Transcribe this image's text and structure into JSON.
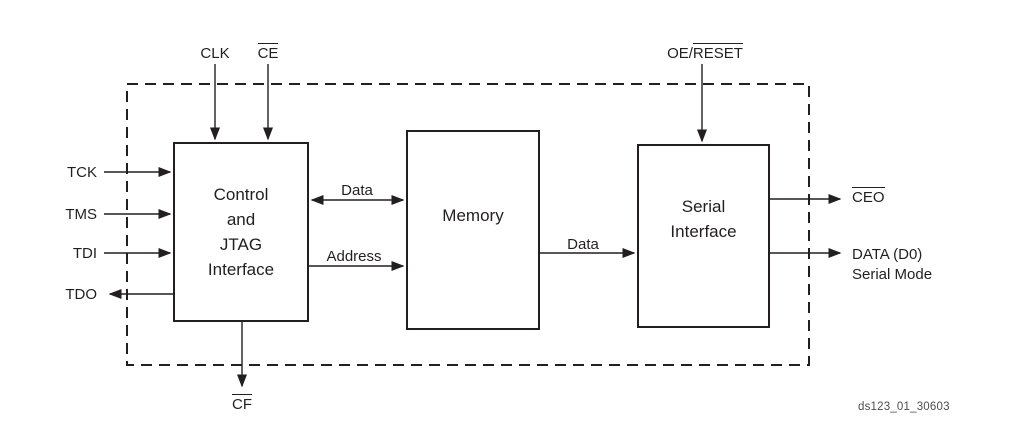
{
  "diagram": {
    "figure_id": "ds123_01_30603",
    "blocks": {
      "control": {
        "lines": [
          "Control",
          "and",
          "JTAG",
          "Interface"
        ]
      },
      "memory": {
        "label": "Memory"
      },
      "serial": {
        "lines": [
          "Serial",
          "Interface"
        ]
      }
    },
    "pins": {
      "clk": "CLK",
      "ce": "CE",
      "oe_reset_prefix": "OE/",
      "oe_reset": "RESET",
      "tck": "TCK",
      "tms": "TMS",
      "tdi": "TDI",
      "tdo": "TDO",
      "cf": "CF",
      "ceo": "CEO",
      "data_d0": "DATA (D0)",
      "data_d0_mode": "Serial Mode"
    },
    "buses": {
      "data_control_memory": "Data",
      "address_control_memory": "Address",
      "data_memory_serial": "Data"
    },
    "colors": {
      "line": "#231f20",
      "text": "#231f20",
      "figure_id_text": "#4d4d4f",
      "background": "#ffffff"
    }
  }
}
